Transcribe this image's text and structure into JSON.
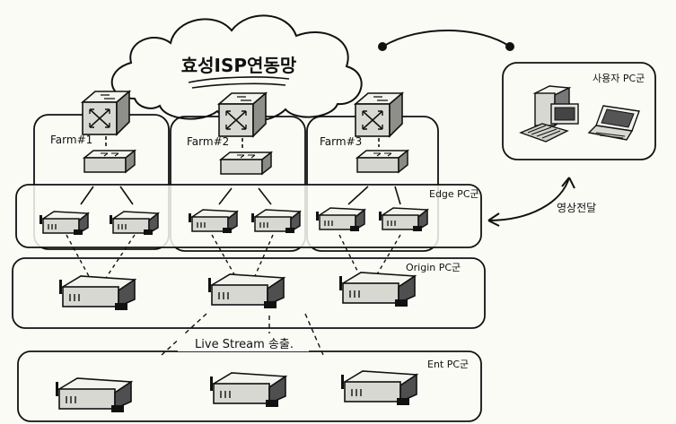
{
  "cloud": {
    "title": "효성ISP연동망"
  },
  "farms": [
    {
      "label": "Farm#1"
    },
    {
      "label": "Farm#2"
    },
    {
      "label": "Farm#3"
    }
  ],
  "groups": {
    "edge": "Edge PC군",
    "origin": "Origin PC군",
    "ent": "Ent PC군"
  },
  "user_box": {
    "label": "사용자 PC군"
  },
  "arrow_label": "영상전달",
  "stream_label": "Live Stream 송출.",
  "icons": {
    "switch": "network-switch-icon",
    "router": "router-icon",
    "server": "server-icon",
    "desktop": "desktop-computer-icon",
    "laptop": "laptop-icon"
  }
}
